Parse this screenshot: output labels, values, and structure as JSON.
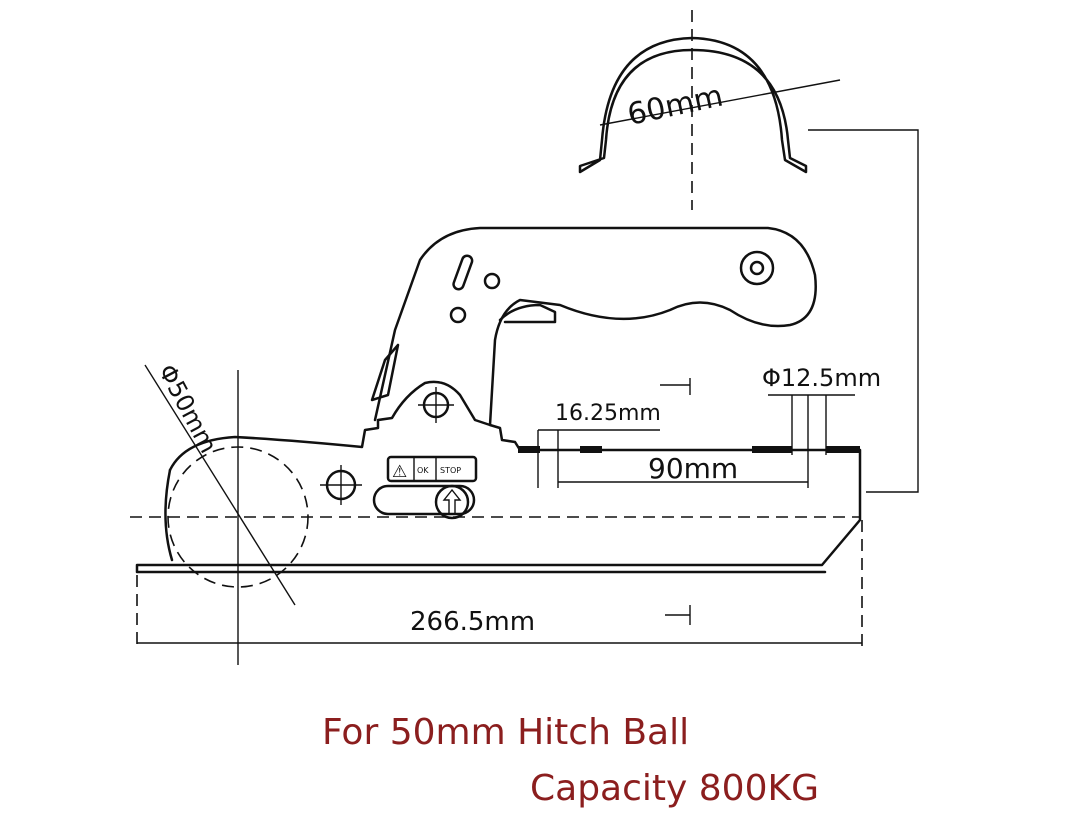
{
  "dimensions": {
    "clamp_diameter": "60mm",
    "ball_diameter": "Φ50mm",
    "hole_diameter": "Φ12.5mm",
    "hole_offset": "16.25mm",
    "hole_spacing": "90mm",
    "overall_length": "266.5mm"
  },
  "label": {
    "warning": "⚠",
    "ok": "OK",
    "stop": "STOP"
  },
  "caption": {
    "line1": "For 50mm Hitch Ball",
    "line2": "Capacity 800KG",
    "color": "#8b1e1e"
  }
}
